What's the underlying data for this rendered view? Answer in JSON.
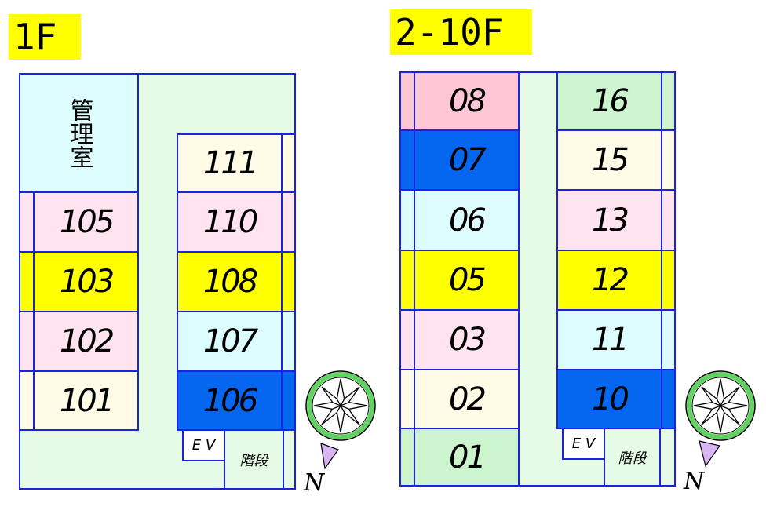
{
  "floors": {
    "first": {
      "title": "1F",
      "office_label": "管理室",
      "rooms": {
        "r105": "105",
        "r103": "103",
        "r102": "102",
        "r101": "101",
        "r111": "111",
        "r110": "110",
        "r108": "108",
        "r107": "107",
        "r106": "106"
      },
      "ev_label": "E V",
      "stairs_label": "階段"
    },
    "upper": {
      "title": "2-10F",
      "rooms": {
        "r08": "08",
        "r07": "07",
        "r06": "06",
        "r05": "05",
        "r03": "03",
        "r02": "02",
        "r01": "01",
        "r16": "16",
        "r15": "15",
        "r13": "13",
        "r12": "12",
        "r11": "11",
        "r10": "10"
      },
      "ev_label": "E V",
      "stairs_label": "階段"
    }
  },
  "compass": {
    "north_label": "N"
  },
  "colors": {
    "border": "#1b22e0",
    "corridor": "#e6fbe6",
    "yellow": "#ffff00",
    "blue": "#0566f0",
    "pink": "#ffe4ef",
    "cyan": "#dcfcfd",
    "cream": "#fffbe6",
    "rose": "#ffc6d6",
    "green": "#cdf5cd"
  }
}
